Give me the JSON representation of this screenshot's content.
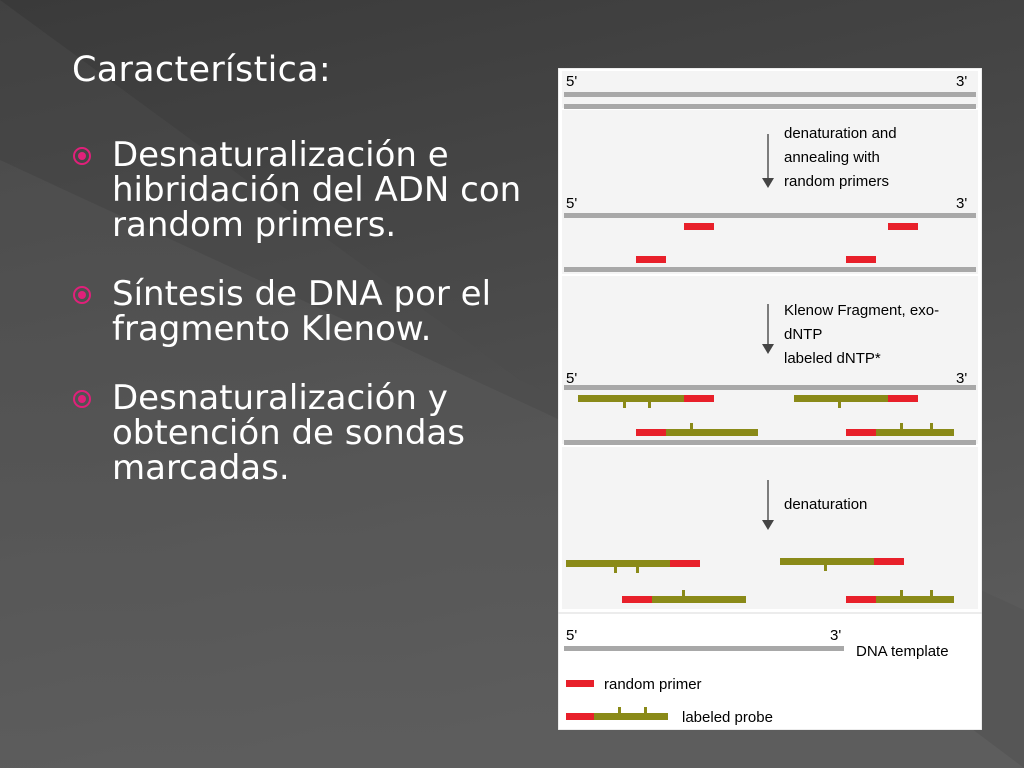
{
  "slide": {
    "title": "Característica:",
    "bullets": [
      {
        "text": "Desnaturalización e hibridación del ADN con random primers."
      },
      {
        "text": "Síntesis de DNA por el fragmento Klenow."
      },
      {
        "text": "Desnaturalización y obtención de sondas marcadas."
      }
    ],
    "colors": {
      "background": "#3f3f3f",
      "bullet_accent": "#e0207a",
      "primer": "#e8202a",
      "probe": "#8a8a18",
      "template": "#a8a8a8"
    }
  },
  "figure": {
    "labels": {
      "five": "5'",
      "three": "3'"
    },
    "steps": [
      {
        "text": [
          "denaturation and",
          "annealing with",
          "random primers"
        ]
      },
      {
        "text": [
          "Klenow Fragment, exo-",
          "dNTP",
          "labeled dNTP*"
        ]
      },
      {
        "text": [
          "denaturation"
        ]
      }
    ],
    "legend": {
      "template": "DNA template",
      "primer": "random primer",
      "probe": "labeled probe"
    }
  }
}
